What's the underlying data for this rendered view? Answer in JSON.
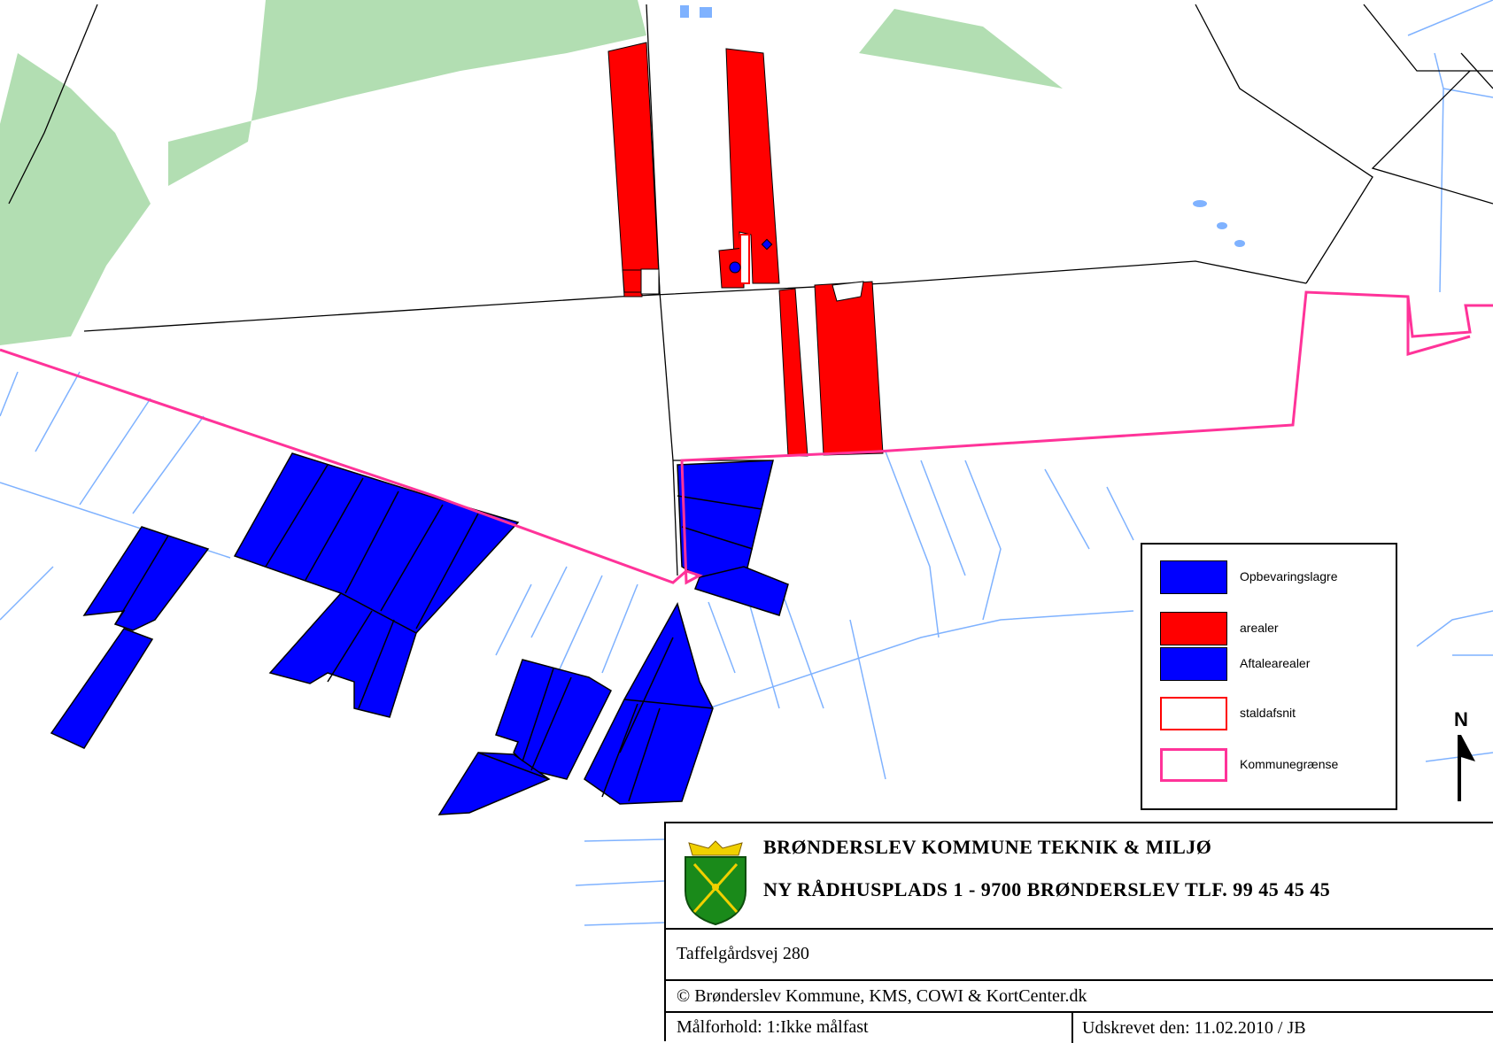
{
  "legend": {
    "items": [
      {
        "label": "Opbevaringslagre",
        "fill": "#0000ff",
        "stroke": "#000000"
      },
      {
        "label": "arealer",
        "fill": "#ff0000",
        "stroke": "#000000"
      },
      {
        "label": "Aftalearealer",
        "fill": "#0000ff",
        "stroke": "#000000"
      },
      {
        "label": "staldafsnit",
        "fill": "#ffffff",
        "stroke": "#ff0000"
      },
      {
        "label": "Kommunegrænse",
        "fill": "#ffffff",
        "stroke": "#ff3399"
      }
    ]
  },
  "north_arrow": {
    "letter": "N"
  },
  "title_block": {
    "org_line1": "BRØNDERSLEV  KOMMUNE  TEKNIK & MILJØ",
    "org_line2": "NY RÅDHUSPLADS 1  -  9700  BRØNDERSLEV TLF. 99 45 45 45",
    "address": "Taffelgårdsvej 280",
    "copyright": "© Brønderslev Kommune, KMS, COWI & KortCenter.dk",
    "scale": "Målforhold: 1:Ikke målfast",
    "printed": "Udskrevet den: 11.02.2010 / JB"
  },
  "colors": {
    "forest": "#b2deb2",
    "field_red": "#ff0000",
    "agreement_blue": "#0000ff",
    "municipal_boundary": "#ff3399",
    "waterway": "#7fb2ff",
    "property_line": "#000000",
    "crest_green": "#1a8a1a",
    "crest_gold": "#f0d000"
  }
}
